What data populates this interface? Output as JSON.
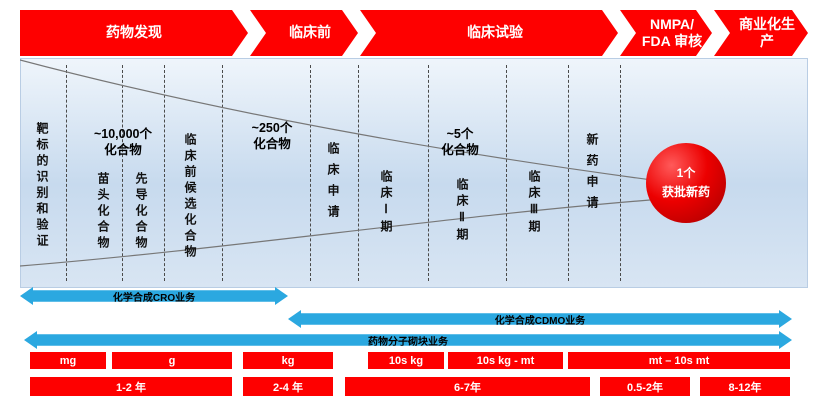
{
  "stages": [
    {
      "label": "药物发现"
    },
    {
      "label": "临床前"
    },
    {
      "label": "临床试验"
    },
    {
      "label": "NMPA/\nFDA 审核"
    },
    {
      "label": "商业化生\n产"
    }
  ],
  "funnel": {
    "target": "靶标的识别和验证",
    "compounds_10k": "~10,000个\n化合物",
    "hit": "苗头化合物",
    "lead": "先导化合物",
    "pcc": "临床前候选化合物",
    "compounds_250": "~250个\n化合物",
    "ind": "临床申请",
    "phase1": "临床Ⅰ期",
    "compounds_5": "~5个\n化合物",
    "phase2": "临床Ⅱ期",
    "phase3": "临床Ⅲ期",
    "nda": "新药申请",
    "approved_line1": "1个",
    "approved_line2": "获批新药"
  },
  "business": {
    "cro": "化学合成CRO业务",
    "cdmo": "化学合成CDMO业务",
    "building_blocks": "药物分子砌块业务"
  },
  "quantities": [
    {
      "label": "mg"
    },
    {
      "label": "g"
    },
    {
      "label": "kg"
    },
    {
      "label": "10s kg"
    },
    {
      "label": "10s kg - mt"
    },
    {
      "label": "mt – 10s mt"
    }
  ],
  "durations": [
    {
      "label": "1-2 年"
    },
    {
      "label": "2-4 年"
    },
    {
      "label": "6-7年"
    },
    {
      "label": "0.5-2年"
    },
    {
      "label": "8-12年"
    }
  ],
  "colors": {
    "stage_red": "#FE0000",
    "business_blue": "#2BA8E0",
    "panel_blue": "#C7DAEE"
  }
}
